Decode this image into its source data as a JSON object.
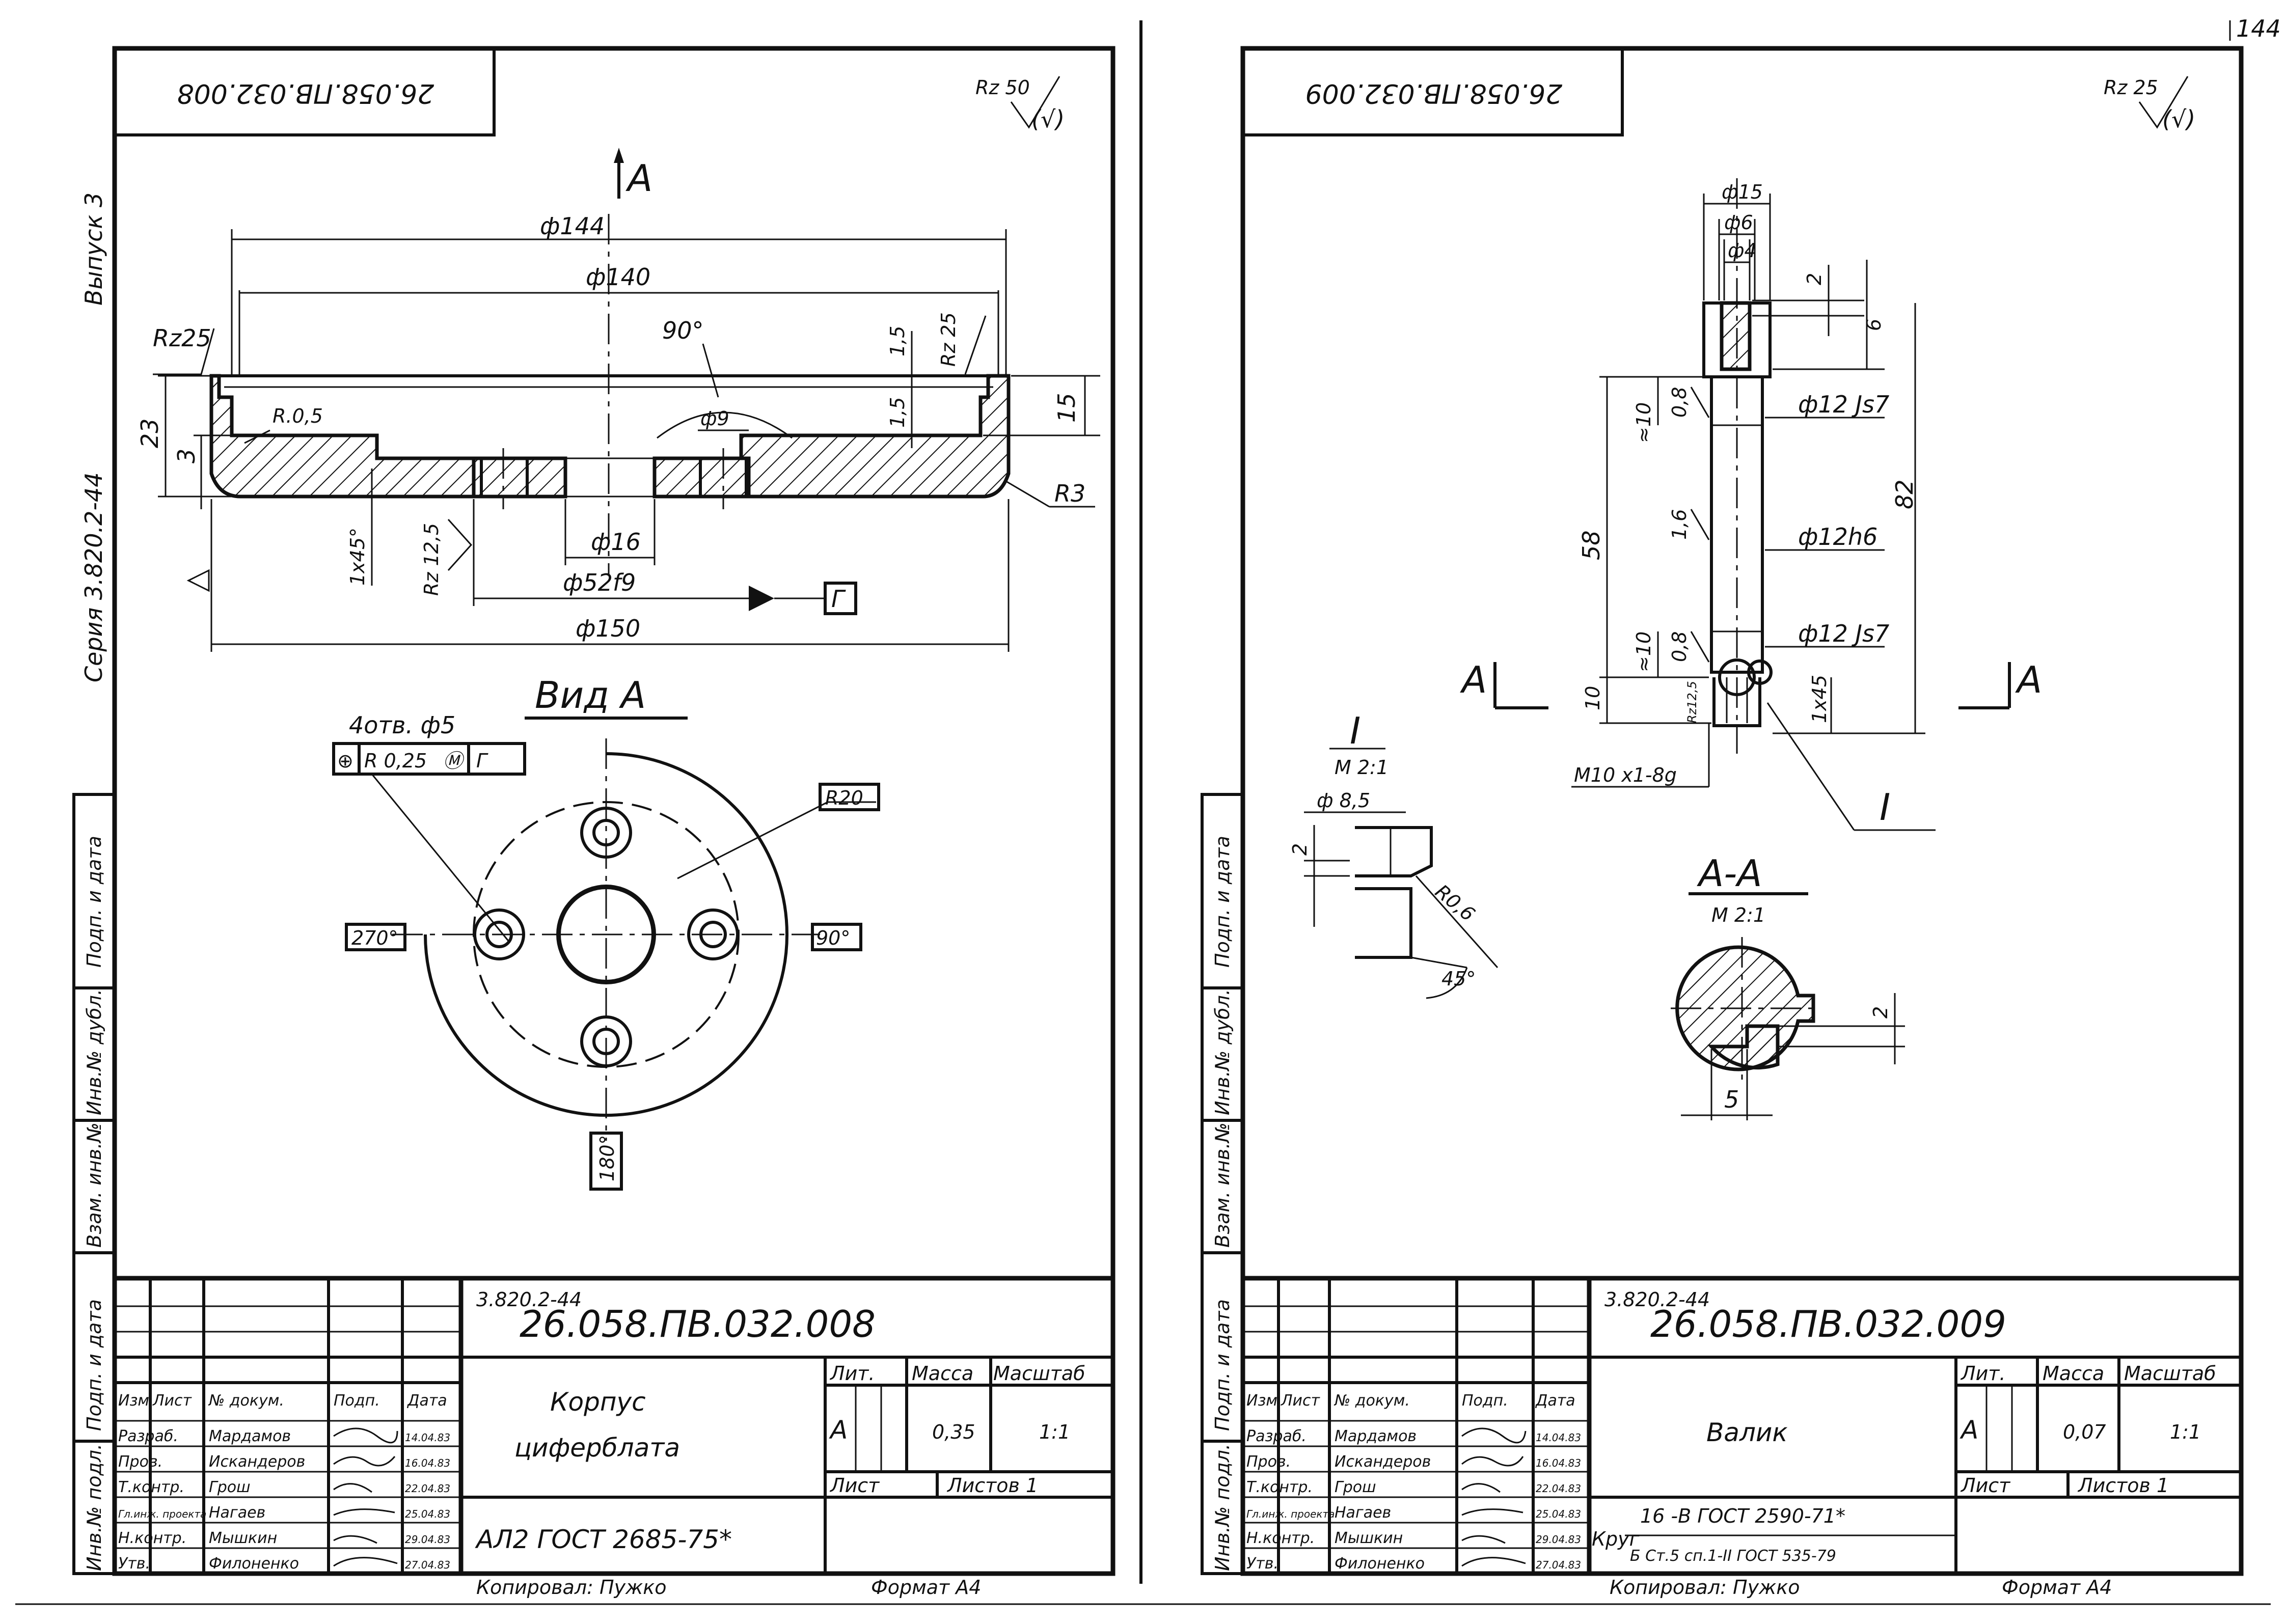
{
  "page_number": "144",
  "left": {
    "code_rot": "26.058.ПВ.032.008",
    "roughness": "Rz 50",
    "roughness_symbol": "(√)",
    "series_vertical": "Серия 3.820.2-44",
    "issue_vertical": "Выпуск 3",
    "view_marker": "А",
    "dims": {
      "d144": "ф144",
      "d140": "ф140",
      "rz25a": "Rz25",
      "rz25b": "Rz 25",
      "a90": "90°",
      "d9": "ф9",
      "r05": "R.0,5",
      "h23": "23",
      "h3": "3",
      "h15a": "1,5",
      "h15b": "1,5",
      "h15": "15",
      "r3": "R3",
      "ch": "1х45°",
      "rz125": "Rz 12,5",
      "d16": "ф16",
      "d52": "ф52f9",
      "g": "Г",
      "d150": "ф150"
    },
    "view_title": "Вид А",
    "holes_note": "4отв. ф5",
    "tolerance": [
      "⊕",
      "R 0,25",
      "Ⓜ",
      "Г"
    ],
    "r20": "R20",
    "angles": [
      "270°",
      "90°",
      "180°"
    ]
  },
  "right": {
    "code_rot": "26.058.ПВ.032.009",
    "roughness": "Rz 25",
    "roughness_symbol": "(√)",
    "dims": {
      "d15": "ф15",
      "d6": "ф6",
      "d4": "ф4",
      "h2": "2",
      "h6": "6",
      "rz08a": "0,8",
      "rz16": "1,6",
      "rz08b": "0,8",
      "app10a": "≈10",
      "app10b": "≈10",
      "d12js7a": "ф12 Js7",
      "d12h6": "ф12h6",
      "d12js7b": "ф12 Js7",
      "h58": "58",
      "h82": "82",
      "h10": "10",
      "rz125": "Rz12,5",
      "c145": "1х45",
      "m10": "М10 х1-8g",
      "cut_a": "А"
    },
    "detail_label": "I",
    "detail_scale": "М 2:1",
    "detail_d85": "ф 8,5",
    "detail_h2": "2",
    "detail_r06": "R0,6",
    "detail_a45": "45°",
    "section_title": "А-А",
    "section_scale": "М 2:1",
    "section_h2": "2",
    "section_w5": "5"
  },
  "side_stamp": [
    "Подп. и дата",
    "Инв.№ дубл.",
    "Взам. инв.№",
    "Подп. и дата",
    "Инв.№ подл."
  ],
  "tb_left": {
    "series": "3.820.2-44",
    "code": "26.058.ПВ.032.008",
    "name": [
      "Корпус",
      "циферблата"
    ],
    "material": "АЛ2 ГОСТ 2685-75*",
    "col_heads": [
      "Изм",
      "Лист",
      "№ докум.",
      "Подп.",
      "Дата"
    ],
    "roles": [
      "Разраб.",
      "Пров.",
      "Т.контр.",
      "Гл.инж. проекта",
      "Н.контр.",
      "Утв."
    ],
    "people": [
      "Мардамов",
      "Искандеров",
      "Грош",
      "Нагаев",
      "Мышкин",
      "Филоненко"
    ],
    "dates": [
      "14.04.83",
      "16.04.83",
      "22.04.83",
      "25.04.83",
      "29.04.83",
      "27.04.83"
    ],
    "lit_head": "Лит.",
    "mass_head": "Масса",
    "scale_head": "Масштаб",
    "lit": "А",
    "mass": "0,35",
    "scale": "1:1",
    "sheet": "Лист",
    "sheets": "Листов 1",
    "copied": "Копировал: Пужко",
    "format": "Формат А4"
  },
  "tb_right": {
    "series": "3.820.2-44",
    "code": "26.058.ПВ.032.009",
    "name": "Валик",
    "material_prefix": "Круг",
    "material_top": "16 -В ГОСТ 2590-71*",
    "material_bottom": "Б Ст.5 сп.1-II ГОСТ 535-79",
    "col_heads": [
      "Изм",
      "Лист",
      "№ докум.",
      "Подп.",
      "Дата"
    ],
    "roles": [
      "Разраб.",
      "Пров.",
      "Т.контр.",
      "Гл.инж. проекта",
      "Н.контр.",
      "Утв."
    ],
    "people": [
      "Мардамов",
      "Искандеров",
      "Грош",
      "Нагаев",
      "Мышкин",
      "Филоненко"
    ],
    "dates": [
      "14.04.83",
      "16.04.83",
      "22.04.83",
      "25.04.83",
      "29.04.83",
      "27.04.83"
    ],
    "lit_head": "Лит.",
    "mass_head": "Масса",
    "scale_head": "Масштаб",
    "lit": "А",
    "mass": "0,07",
    "scale": "1:1",
    "sheet": "Лист",
    "sheets": "Листов 1",
    "copied": "Копировал: Пужко",
    "format": "Формат А4"
  }
}
